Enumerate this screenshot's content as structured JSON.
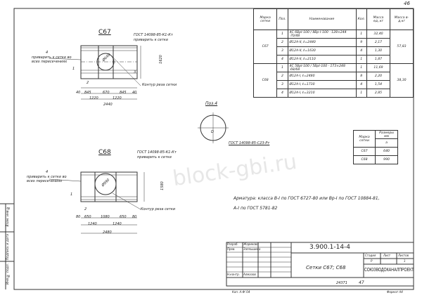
{
  "page_number": "46",
  "watermark": "block-gbi.ru",
  "c67": {
    "title": "С67",
    "note_gost": "ГОСТ 14098-85-К1-Кт",
    "note_weld": "приварить к сетке",
    "note_pos4": "4",
    "note_pos4_text1": "приварить к сетке во",
    "note_pos4_text2": "всех пересечениях",
    "pos1": "1",
    "pos2": "2",
    "pos3": "3",
    "contour": "Контур реза сетки",
    "dims_bottom": [
      "40",
      "845",
      "670",
      "845",
      "40"
    ],
    "dims_half": [
      "1220",
      "1220"
    ],
    "dim_total": "2440",
    "dim_height": "1620",
    "dia": "Ø640"
  },
  "c68": {
    "title": "С68",
    "note_gost": "ГОСТ 14098-85-К1-Кт",
    "note_weld": "приварить к сетке",
    "note_pos4": "4",
    "note_pos4_text1": "приварить к сетке во",
    "note_pos4_text2": "всех пересечениях",
    "pos1": "1",
    "pos2": "2",
    "contour": "Контур реза сетки",
    "dims_bottom": [
      "80",
      "650",
      "1080",
      "650",
      "80"
    ],
    "dims_half": [
      "1240",
      "1240"
    ],
    "dim_total": "2480",
    "dim_height": "1580",
    "dia": "Ø990"
  },
  "pos4": {
    "title": "Поз.4",
    "dia": "D",
    "gost": "ГОСТ 14098-85-С23-Рт"
  },
  "spec_table": {
    "headers": [
      "Марка сетки",
      "Поз.",
      "Наименование",
      "Кол.",
      "Масса ед.,кг",
      "Масса в-д,кг"
    ],
    "groups": [
      {
        "mark": "С67",
        "total": "57,83",
        "rows": [
          {
            "pos": "1",
            "name": "4С 6ВрI-100 / 8Вр-I-100 · 128×244 ·70/48",
            "qty": "1",
            "mass": "32,40"
          },
          {
            "pos": "2",
            "name": "Ø12А-II, ℓ=2440",
            "qty": "9",
            "mass": "2,17"
          },
          {
            "pos": "3",
            "name": "Ø12А-II, ℓ=1630",
            "qty": "4",
            "mass": "1,30"
          },
          {
            "pos": "4",
            "name": "Ø12А-II, ℓ=2110",
            "qty": "1",
            "mass": "1,87"
          }
        ]
      },
      {
        "mark": "С68",
        "total": "38,30",
        "rows": [
          {
            "pos": "1",
            "name": "4С 5ВрI-100 / 5ВрI-100 · 173×248 ·68/68",
            "qty": "1",
            "mass": "11,69"
          },
          {
            "pos": "2",
            "name": "Ø12А-I, ℓ=2480",
            "qty": "8",
            "mass": "2,20"
          },
          {
            "pos": "3",
            "name": "Ø12А-I, ℓ=1730",
            "qty": "4",
            "mass": "1,54"
          },
          {
            "pos": "4",
            "name": "Ø12А-I, ℓ=3210",
            "qty": "1",
            "mass": "2,85"
          }
        ]
      }
    ]
  },
  "size_table": {
    "header_mark": "Марка сетки",
    "header_size": "Размеры мм",
    "header_a": "a",
    "rows": [
      {
        "mark": "С67",
        "a": "640"
      },
      {
        "mark": "С68",
        "a": "990"
      }
    ]
  },
  "note_line1": "Арматура: класса В-I по ГОСТ 6727-80 или Вр-I по ГОСТ 10884-81,",
  "note_line2": "А-I по ГОСТ 5781-82",
  "title_block": {
    "code": "3.900.1-14-4",
    "title": "Сетки С67; С68",
    "org": "СОЮЗВОДОКАНАЛПРОЕКТ",
    "roles": [
      {
        "role": "Разраб.",
        "name": "Жарикова"
      },
      {
        "role": "Пров.",
        "name": "Заплышева"
      },
      {
        "role": "Н.контр.",
        "name": "Алмазов"
      }
    ],
    "stage_h": "Стадия",
    "sheet_h": "Лист",
    "sheets_h": "Листов",
    "stage": "Р",
    "sheets": "1",
    "inv": "24371",
    "sheet_no": "47",
    "copied": "Коп. А.Ф.'04",
    "format": "Формат А4"
  },
  "side_stamp": [
    "Инв.№ подл.",
    "Подпись и дата",
    "Взам. инв.№"
  ]
}
